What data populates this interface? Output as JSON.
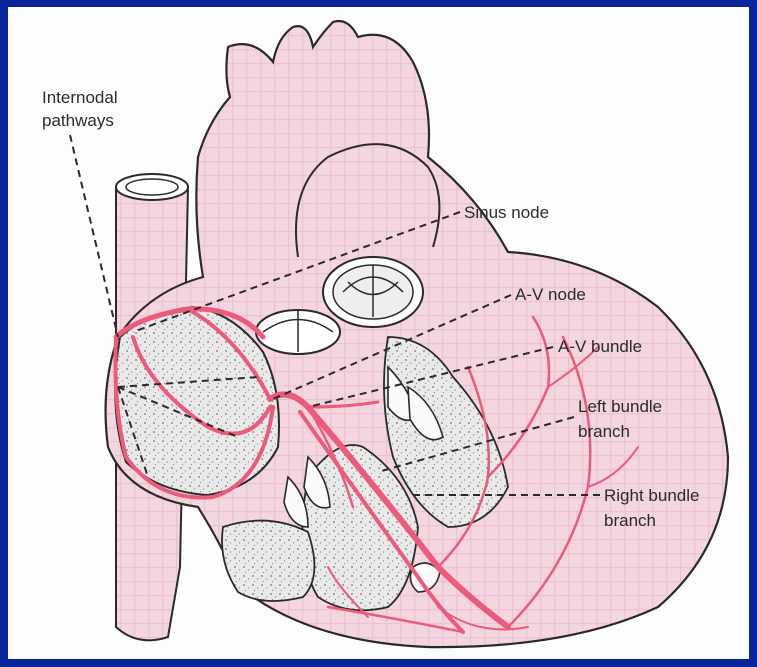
{
  "labels": {
    "internodal_line1": "Internodal",
    "internodal_line2": "pathways",
    "sinus_node": "Sinus node",
    "av_node": "A-V node",
    "av_bundle": "A-V bundle",
    "left_bundle_line1": "Left bundle",
    "left_bundle_line2": "branch",
    "right_bundle_line1": "Right bundle",
    "right_bundle_line2": "branch"
  },
  "colors": {
    "background_frame": "#0a249a",
    "paper": "#fdfdfd",
    "tissue_pink": "#f3d6df",
    "conduction_red": "#ec5a7c",
    "outline": "#2a2a2a",
    "stipple": "#dcdcdc"
  }
}
